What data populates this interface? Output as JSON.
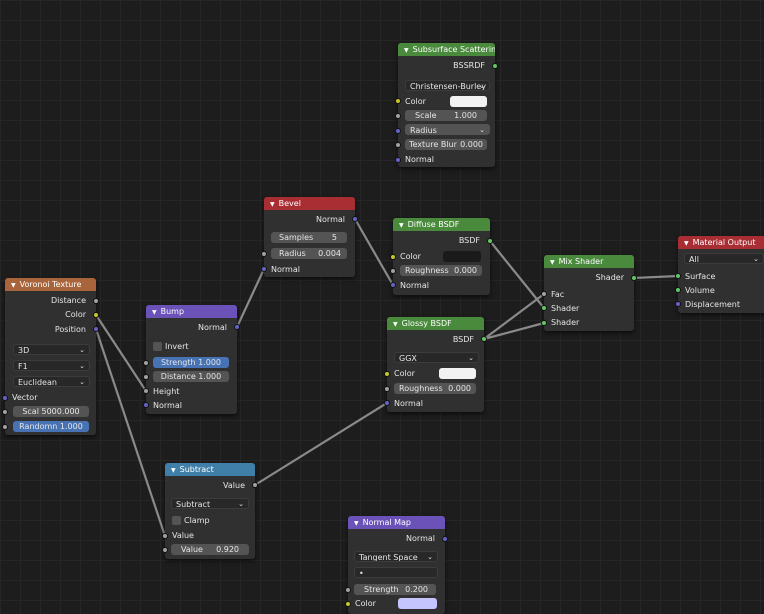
{
  "nodes": {
    "voronoi": {
      "title": "Voronoi Texture",
      "outputs": [
        "Distance",
        "Color",
        "Position"
      ],
      "dimensions": "3D",
      "feature": "F1",
      "metric": "Euclidean",
      "input_vector": "Vector",
      "scale_field": "Scal  5000.000",
      "randomness_field": "Randomn   1.000"
    },
    "bump": {
      "title": "Bump",
      "output": "Normal",
      "invert": "Invert",
      "strength_field": "Strength   1.000",
      "distance_field": "Distance 1.000",
      "height": "Height",
      "normal": "Normal"
    },
    "bevel": {
      "title": "Bevel",
      "output": "Normal",
      "samples_label": "Samples",
      "samples_value": "5",
      "radius_label": "Radius",
      "radius_value": "0.004",
      "normal": "Normal"
    },
    "subsurface": {
      "title": "Subsurface Scatterin",
      "output": "BSSRDF",
      "falloff": "Christensen-Burley",
      "color": "Color",
      "scale_label": "Scale",
      "scale_value": "1.000",
      "radius": "Radius",
      "texture_blur_label": "Texture Blur",
      "texture_blur_value": "0.000",
      "normal": "Normal",
      "color_swatch": "#f2f2f2"
    },
    "diffuse": {
      "title": "Diffuse BSDF",
      "output": "BSDF",
      "color": "Color",
      "roughness_label": "Roughness",
      "roughness_value": "0.000",
      "normal": "Normal",
      "color_swatch": "#1a1a1a"
    },
    "glossy": {
      "title": "Glossy BSDF",
      "output": "BSDF",
      "distribution": "GGX",
      "color": "Color",
      "roughness_label": "Roughness",
      "roughness_value": "0.000",
      "normal": "Normal",
      "color_swatch": "#f2f2f2"
    },
    "mix": {
      "title": "Mix Shader",
      "output": "Shader",
      "fac": "Fac",
      "shader1": "Shader",
      "shader2": "Shader"
    },
    "output": {
      "title": "Material Output",
      "target": "All",
      "surface": "Surface",
      "volume": "Volume",
      "displacement": "Displacement"
    },
    "subtract": {
      "title": "Subtract",
      "output": "Value",
      "operation": "Subtract",
      "clamp": "Clamp",
      "input_value": "Value",
      "value_label": "Value",
      "value_value": "0.920"
    },
    "normalmap": {
      "title": "Normal Map",
      "output": "Normal",
      "space": "Tangent Space",
      "uvmap": "•",
      "strength_label": "Strength",
      "strength_value": "0.200",
      "color": "Color",
      "color_swatch": "#c4c4ff"
    }
  },
  "colors": {
    "texture_header": "#a8643a",
    "vector_header": "#6b52b8",
    "shader_header": "#4a8a3c",
    "output_header": "#a82e34",
    "converter_header": "#3f7fa8",
    "wire": "#8a8a8a"
  }
}
